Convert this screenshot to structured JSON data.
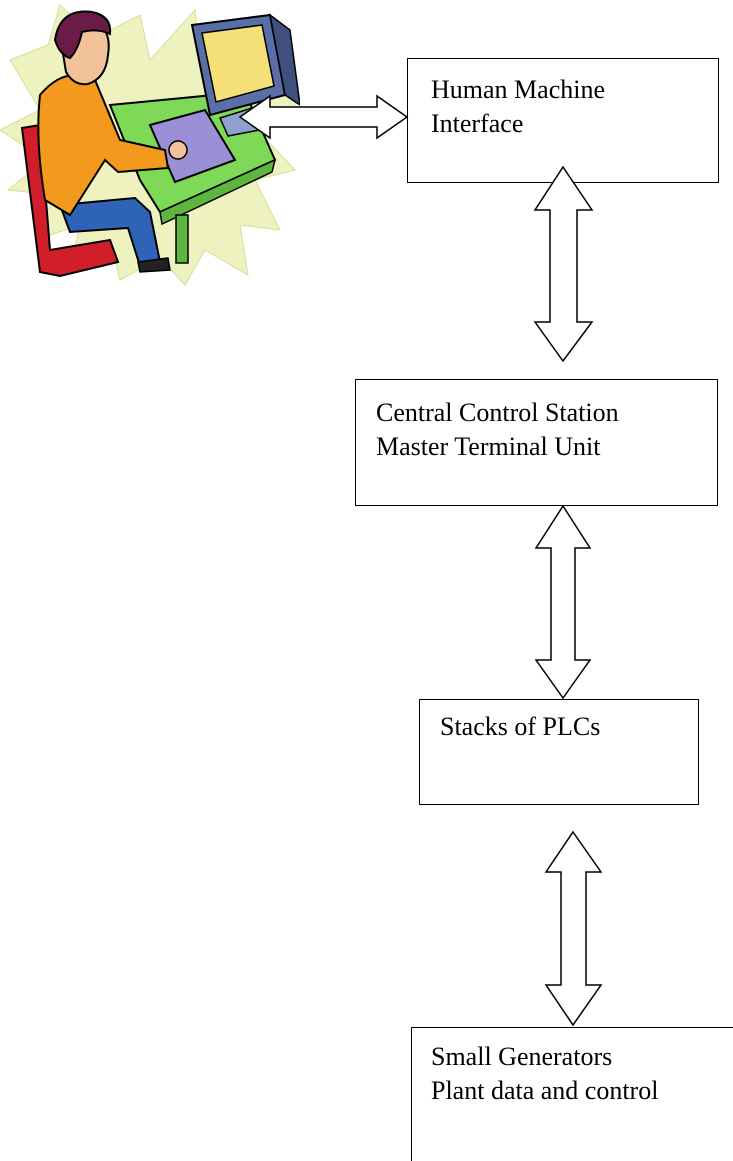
{
  "diagram": {
    "nodes": [
      {
        "id": "hmi",
        "lines": [
          "Human Machine",
          "Interface"
        ]
      },
      {
        "id": "mtu",
        "lines": [
          "Central Control Station",
          "Master Terminal Unit"
        ]
      },
      {
        "id": "plc",
        "lines": [
          "Stacks of PLCs"
        ]
      },
      {
        "id": "gen",
        "lines": [
          "Small Generators",
          "Plant data and control"
        ]
      }
    ],
    "edges": [
      {
        "from": "operator",
        "to": "hmi",
        "style": "hollow-double-arrow"
      },
      {
        "from": "hmi",
        "to": "mtu",
        "style": "hollow-double-arrow"
      },
      {
        "from": "mtu",
        "to": "plc",
        "style": "hollow-double-arrow"
      },
      {
        "from": "plc",
        "to": "gen",
        "style": "hollow-double-arrow"
      }
    ],
    "operator_icon": "person-at-computer-icon"
  }
}
